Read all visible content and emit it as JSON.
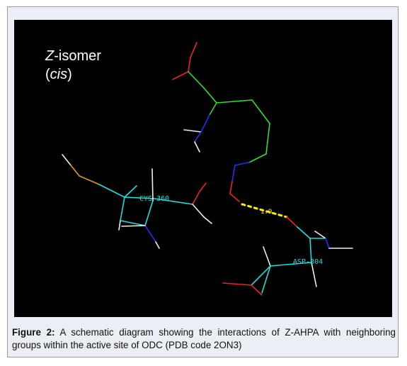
{
  "figure": {
    "label_line1_italic": "Z",
    "label_line1_rest": "-isomer",
    "label_line2_open": "(",
    "label_line2_italic": "cis",
    "label_line2_close": ")",
    "residue_labels": [
      "CYS-360",
      "ASP-304"
    ],
    "distance_label": "1.9",
    "colors": {
      "background": "#000000",
      "carbon_ligand": "#33dd33",
      "carbon_residue": "#22dddd",
      "nitrogen": "#2233ee",
      "oxygen": "#ee2222",
      "hydrogen": "#f0f0f0",
      "sulfur": "#d4a020",
      "hbond": "#ffee00"
    }
  },
  "caption": {
    "figure_number": "Figure 2:",
    "text": " A schematic diagram showing the interactions of Z-AHPA with neighboring groups within the active site of ODC (PDB code 2ON3)"
  }
}
